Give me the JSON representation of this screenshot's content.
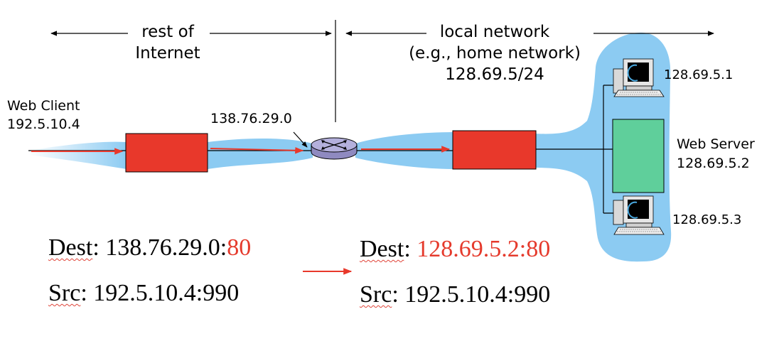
{
  "labels": {
    "rest_of_internet_line1": "rest of",
    "rest_of_internet_line2": "Internet",
    "local_network_line1": "local network",
    "local_network_line2": "(e.g., home network)",
    "local_network_line3": "128.69.5/24",
    "web_client_name": "Web Client",
    "web_client_ip": "192.5.10.4",
    "router_ip": "138.76.29.0",
    "host1_ip": "128.69.5.1",
    "web_server_name": "Web Server",
    "web_server_ip": "128.69.5.2",
    "host3_ip": "128.69.5.3"
  },
  "packets": {
    "before": {
      "dest_label": "Dest",
      "dest_sep": ": ",
      "dest_ip": "138.76.29.0:",
      "dest_port": "80",
      "src_label": "Src",
      "src_sep": ": ",
      "src_value": "192.5.10.4:990"
    },
    "after": {
      "dest_label": "Dest",
      "dest_sep": ": ",
      "dest_value": "128.69.5.2:80",
      "src_label": "Src",
      "src_sep": ": ",
      "src_value": "192.5.10.4:990"
    }
  },
  "colors": {
    "packet_red": "#e8382b",
    "link_blue": "#8ccbf2",
    "server_green": "#5fcf9b",
    "router_lavender": "#b4b0dc",
    "text_red": "#e53a2c"
  }
}
